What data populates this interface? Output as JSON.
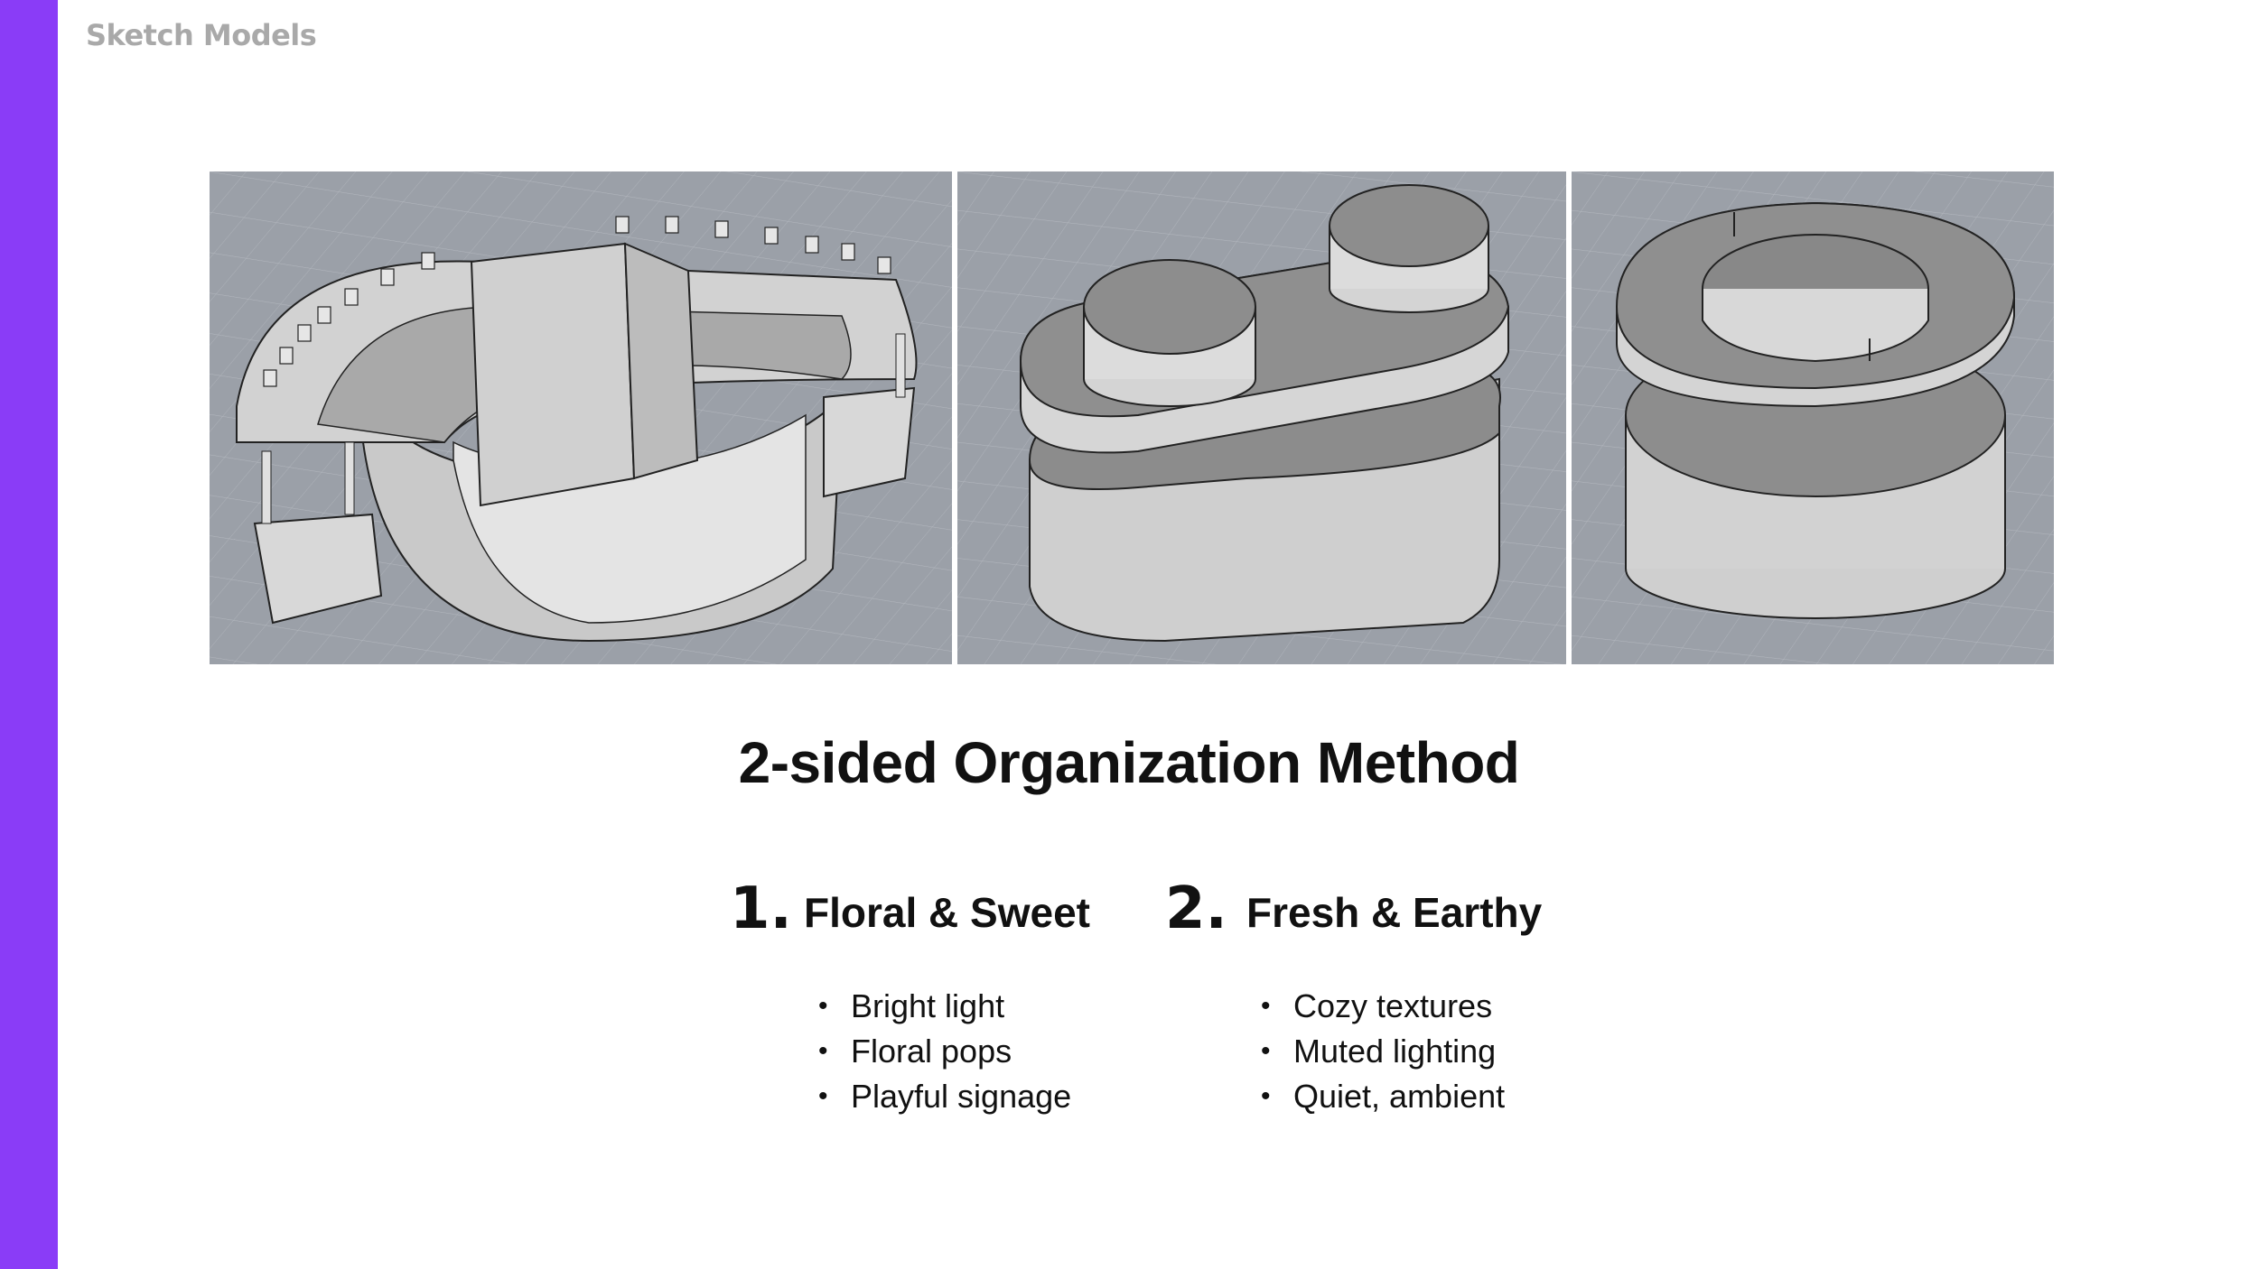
{
  "colors": {
    "accent": "#8a3cf7",
    "label_gray": "#a9a9a9",
    "viewport_bg": "#9ba0a8",
    "model_face": "#d6d6d6"
  },
  "header": {
    "section_label": "Sketch Models"
  },
  "images": [
    {
      "name": "curved-counter-model",
      "icon": "3d-render-curved-counter"
    },
    {
      "name": "oval-stacked-model",
      "icon": "3d-render-oval-stack"
    },
    {
      "name": "round-stacked-model",
      "icon": "3d-render-round-stack"
    }
  ],
  "title": "2-sided Organization Method",
  "categories": [
    {
      "number": "1.",
      "name": "Floral & Sweet",
      "bullets": [
        "Bright light",
        "Floral pops",
        "Playful signage"
      ]
    },
    {
      "number": "2.",
      "name": "Fresh & Earthy",
      "bullets": [
        "Cozy textures",
        "Muted lighting",
        "Quiet, ambient"
      ]
    }
  ]
}
